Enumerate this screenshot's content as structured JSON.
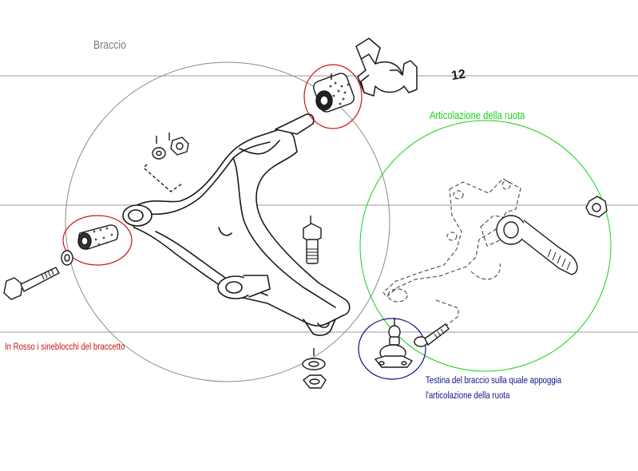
{
  "labels": {
    "arm": "Braccio",
    "wheel_joint": "Articolazione della ruota",
    "bushings_note": "In Rosso i sineblocchi del braccetto",
    "ball_joint_note_line1": "Testina del braccio sulla quale appoggia",
    "ball_joint_note_line2": "l'articolazione della ruota",
    "part_number": "12"
  },
  "colors": {
    "arm_label": "#7a7a7a",
    "wheel_joint": "#19d119",
    "bushings": "#cc1010",
    "ball_joint": "#10108a",
    "drawing": "#1a1a1a",
    "arm_circle": "#8a8a8a",
    "guide_lines": "#9a9a9a"
  },
  "icons": [
    "bushing-icon",
    "bolt-icon",
    "nut-icon",
    "washer-icon",
    "ball-joint-icon",
    "stabilizer-bracket-icon",
    "wheel-knuckle-icon"
  ]
}
